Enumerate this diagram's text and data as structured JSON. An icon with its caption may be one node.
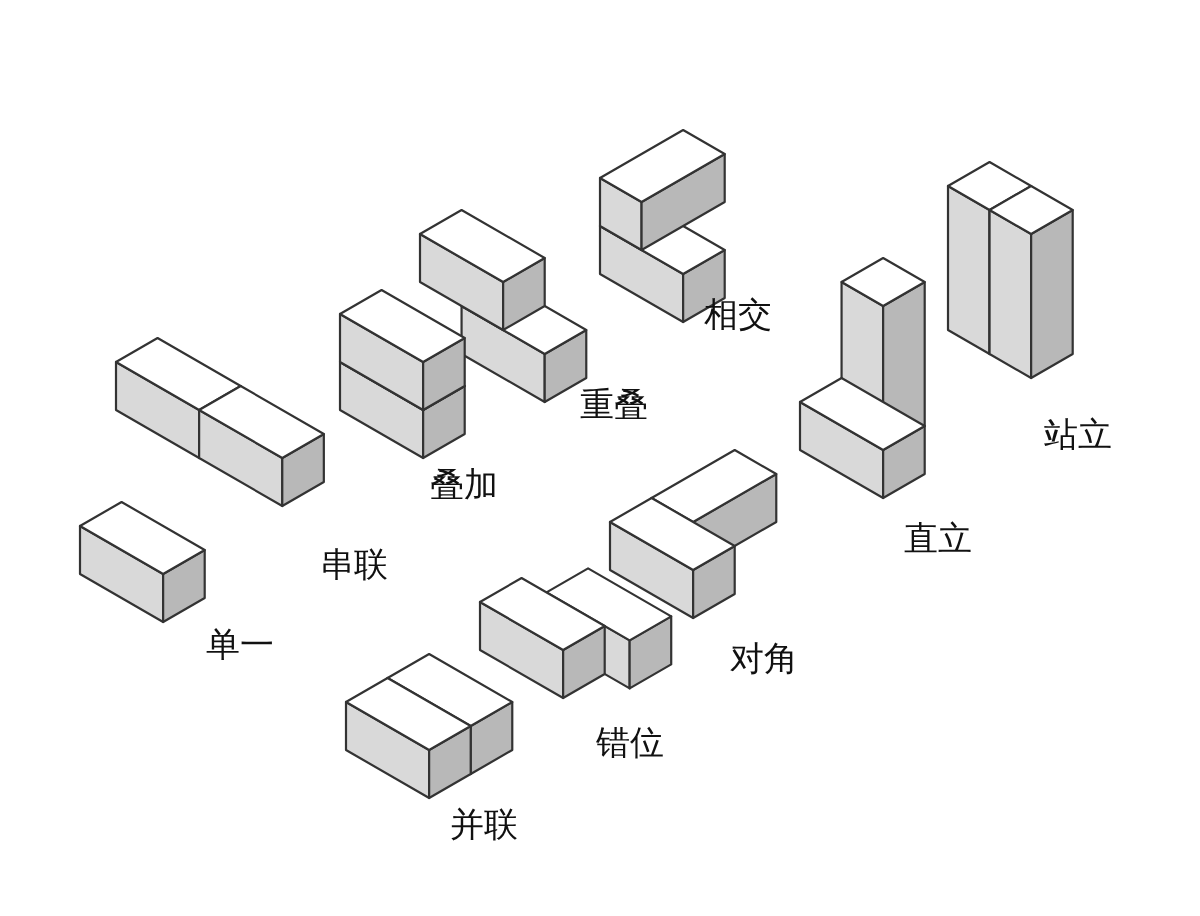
{
  "diagram": {
    "labels": [
      "相交",
      "重叠",
      "叠加",
      "站立",
      "串联",
      "直立",
      "单一",
      "对角",
      "错位",
      "并联"
    ]
  }
}
